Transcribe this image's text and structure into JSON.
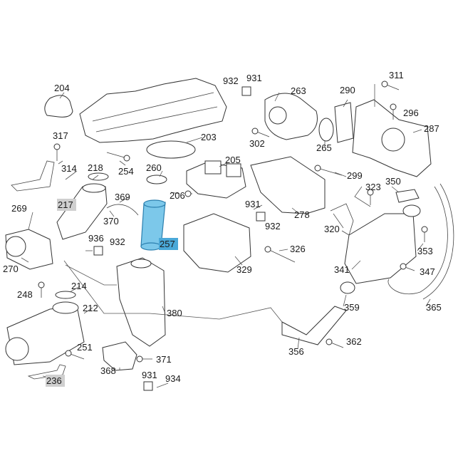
{
  "colors": {
    "background": "#ffffff",
    "line": "#333333",
    "label_text": "#1a1a1a",
    "highlight_grey": "#cfcfcf",
    "highlight_blue": "#4aa8d8",
    "selected_part_fill": "#7cc8ea"
  },
  "labels": {
    "l203": "203",
    "l204": "204",
    "l205": "205",
    "l206": "206",
    "l212": "212",
    "l214": "214",
    "l217": "217",
    "l218": "218",
    "l236": "236",
    "l248": "248",
    "l251": "251",
    "l254": "254",
    "l257": "257",
    "l260": "260",
    "l263": "263",
    "l265": "265",
    "l269": "269",
    "l270": "270",
    "l278": "278",
    "l287": "287",
    "l290": "290",
    "l296": "296",
    "l299": "299",
    "l302": "302",
    "l311": "311",
    "l314": "314",
    "l317": "317",
    "l320": "320",
    "l323": "323",
    "l326": "326",
    "l329": "329",
    "l341": "341",
    "l347": "347",
    "l350": "350",
    "l353": "353",
    "l356": "356",
    "l359": "359",
    "l362": "362",
    "l365": "365",
    "l368": "368",
    "l369": "369",
    "l370": "370",
    "l371": "371",
    "l380": "380",
    "l931a": "931",
    "l931b": "931",
    "l931c": "931",
    "l932a": "932",
    "l932b": "932",
    "l932c": "932",
    "l934": "934",
    "l936": "936"
  },
  "highlighted": {
    "grey": [
      "217",
      "236"
    ],
    "blue": [
      "257"
    ]
  }
}
